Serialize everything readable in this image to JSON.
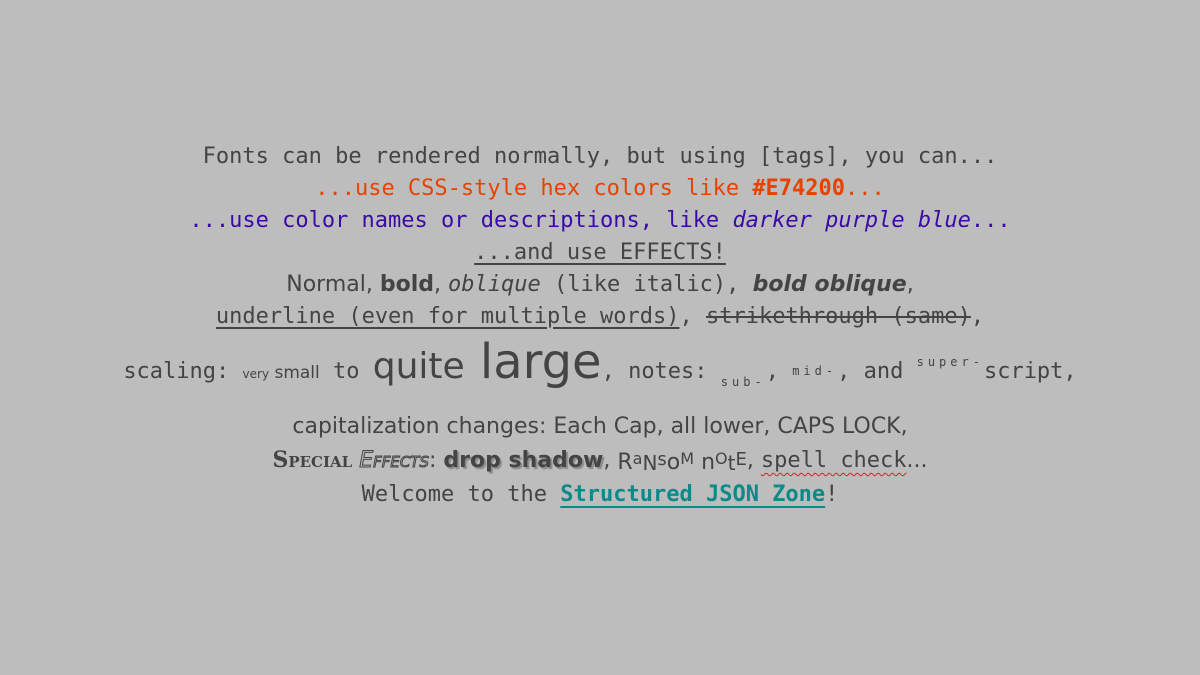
{
  "lines": {
    "l1": {
      "text": "Fonts can be rendered normally, but using [tags], you can..."
    },
    "l2": {
      "a": "...use CSS-style hex colors like ",
      "b": "#E74200",
      "c": "..."
    },
    "l3": {
      "a": "...use color names or descriptions, like ",
      "b": "darker purple blue",
      "c": "..."
    },
    "l4": {
      "text": "...and use EFFECTS!"
    },
    "l5": {
      "a": "Normal, ",
      "b": "bold",
      "c": ", ",
      "d": "oblique",
      "e": " (like italic), ",
      "f": "bold oblique",
      "g": ","
    },
    "l6": {
      "a": "underline (even for multiple words)",
      "b": ", ",
      "c": "strikethrough (same)",
      "d": ","
    },
    "l7": {
      "a": "scaling: ",
      "b": "very",
      "c": " small",
      "d": " to ",
      "e": "quite",
      "f": " large",
      "g": ", notes: ",
      "h": "sub-",
      "i": ", ",
      "j": "mid-",
      "k": ", and ",
      "l": "super-",
      "m": "script,"
    },
    "l8": {
      "text": "capitalization changes: Each Cap, all lower, CAPS LOCK,"
    },
    "l9": {
      "a": "Special",
      "b": " ",
      "c": "Effects",
      "d": ": ",
      "e": "drop shadow",
      "f": ", ",
      "g": "RaNsoM",
      "h": " ",
      "i": "nOtE",
      "j": ", ",
      "k": "spell check",
      "l": "..."
    },
    "l10": {
      "a": "Welcome to the ",
      "b": "Structured JSON Zone",
      "c": "!"
    }
  },
  "colors": {
    "background": "#bdbdbd",
    "text": "#444444",
    "orange": "#e74200",
    "purple": "#3a0aa8",
    "teal": "#0b8a8a"
  }
}
